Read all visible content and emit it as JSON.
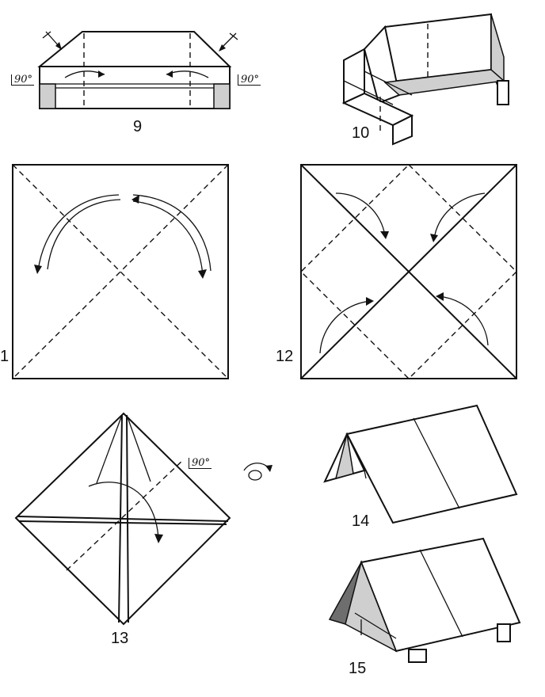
{
  "steps": [
    {
      "id": "9",
      "label": "9",
      "angle": "90°",
      "angle2": "90°"
    },
    {
      "id": "10",
      "label": "10"
    },
    {
      "id": "11",
      "label": "1"
    },
    {
      "id": "12",
      "label": "12"
    },
    {
      "id": "13",
      "label": "13",
      "angle": "90°"
    },
    {
      "id": "14",
      "label": "14"
    },
    {
      "id": "15",
      "label": "15"
    }
  ],
  "icons": [
    "fold-arrow-icon",
    "flip-over-icon",
    "push-arrow-icon"
  ]
}
